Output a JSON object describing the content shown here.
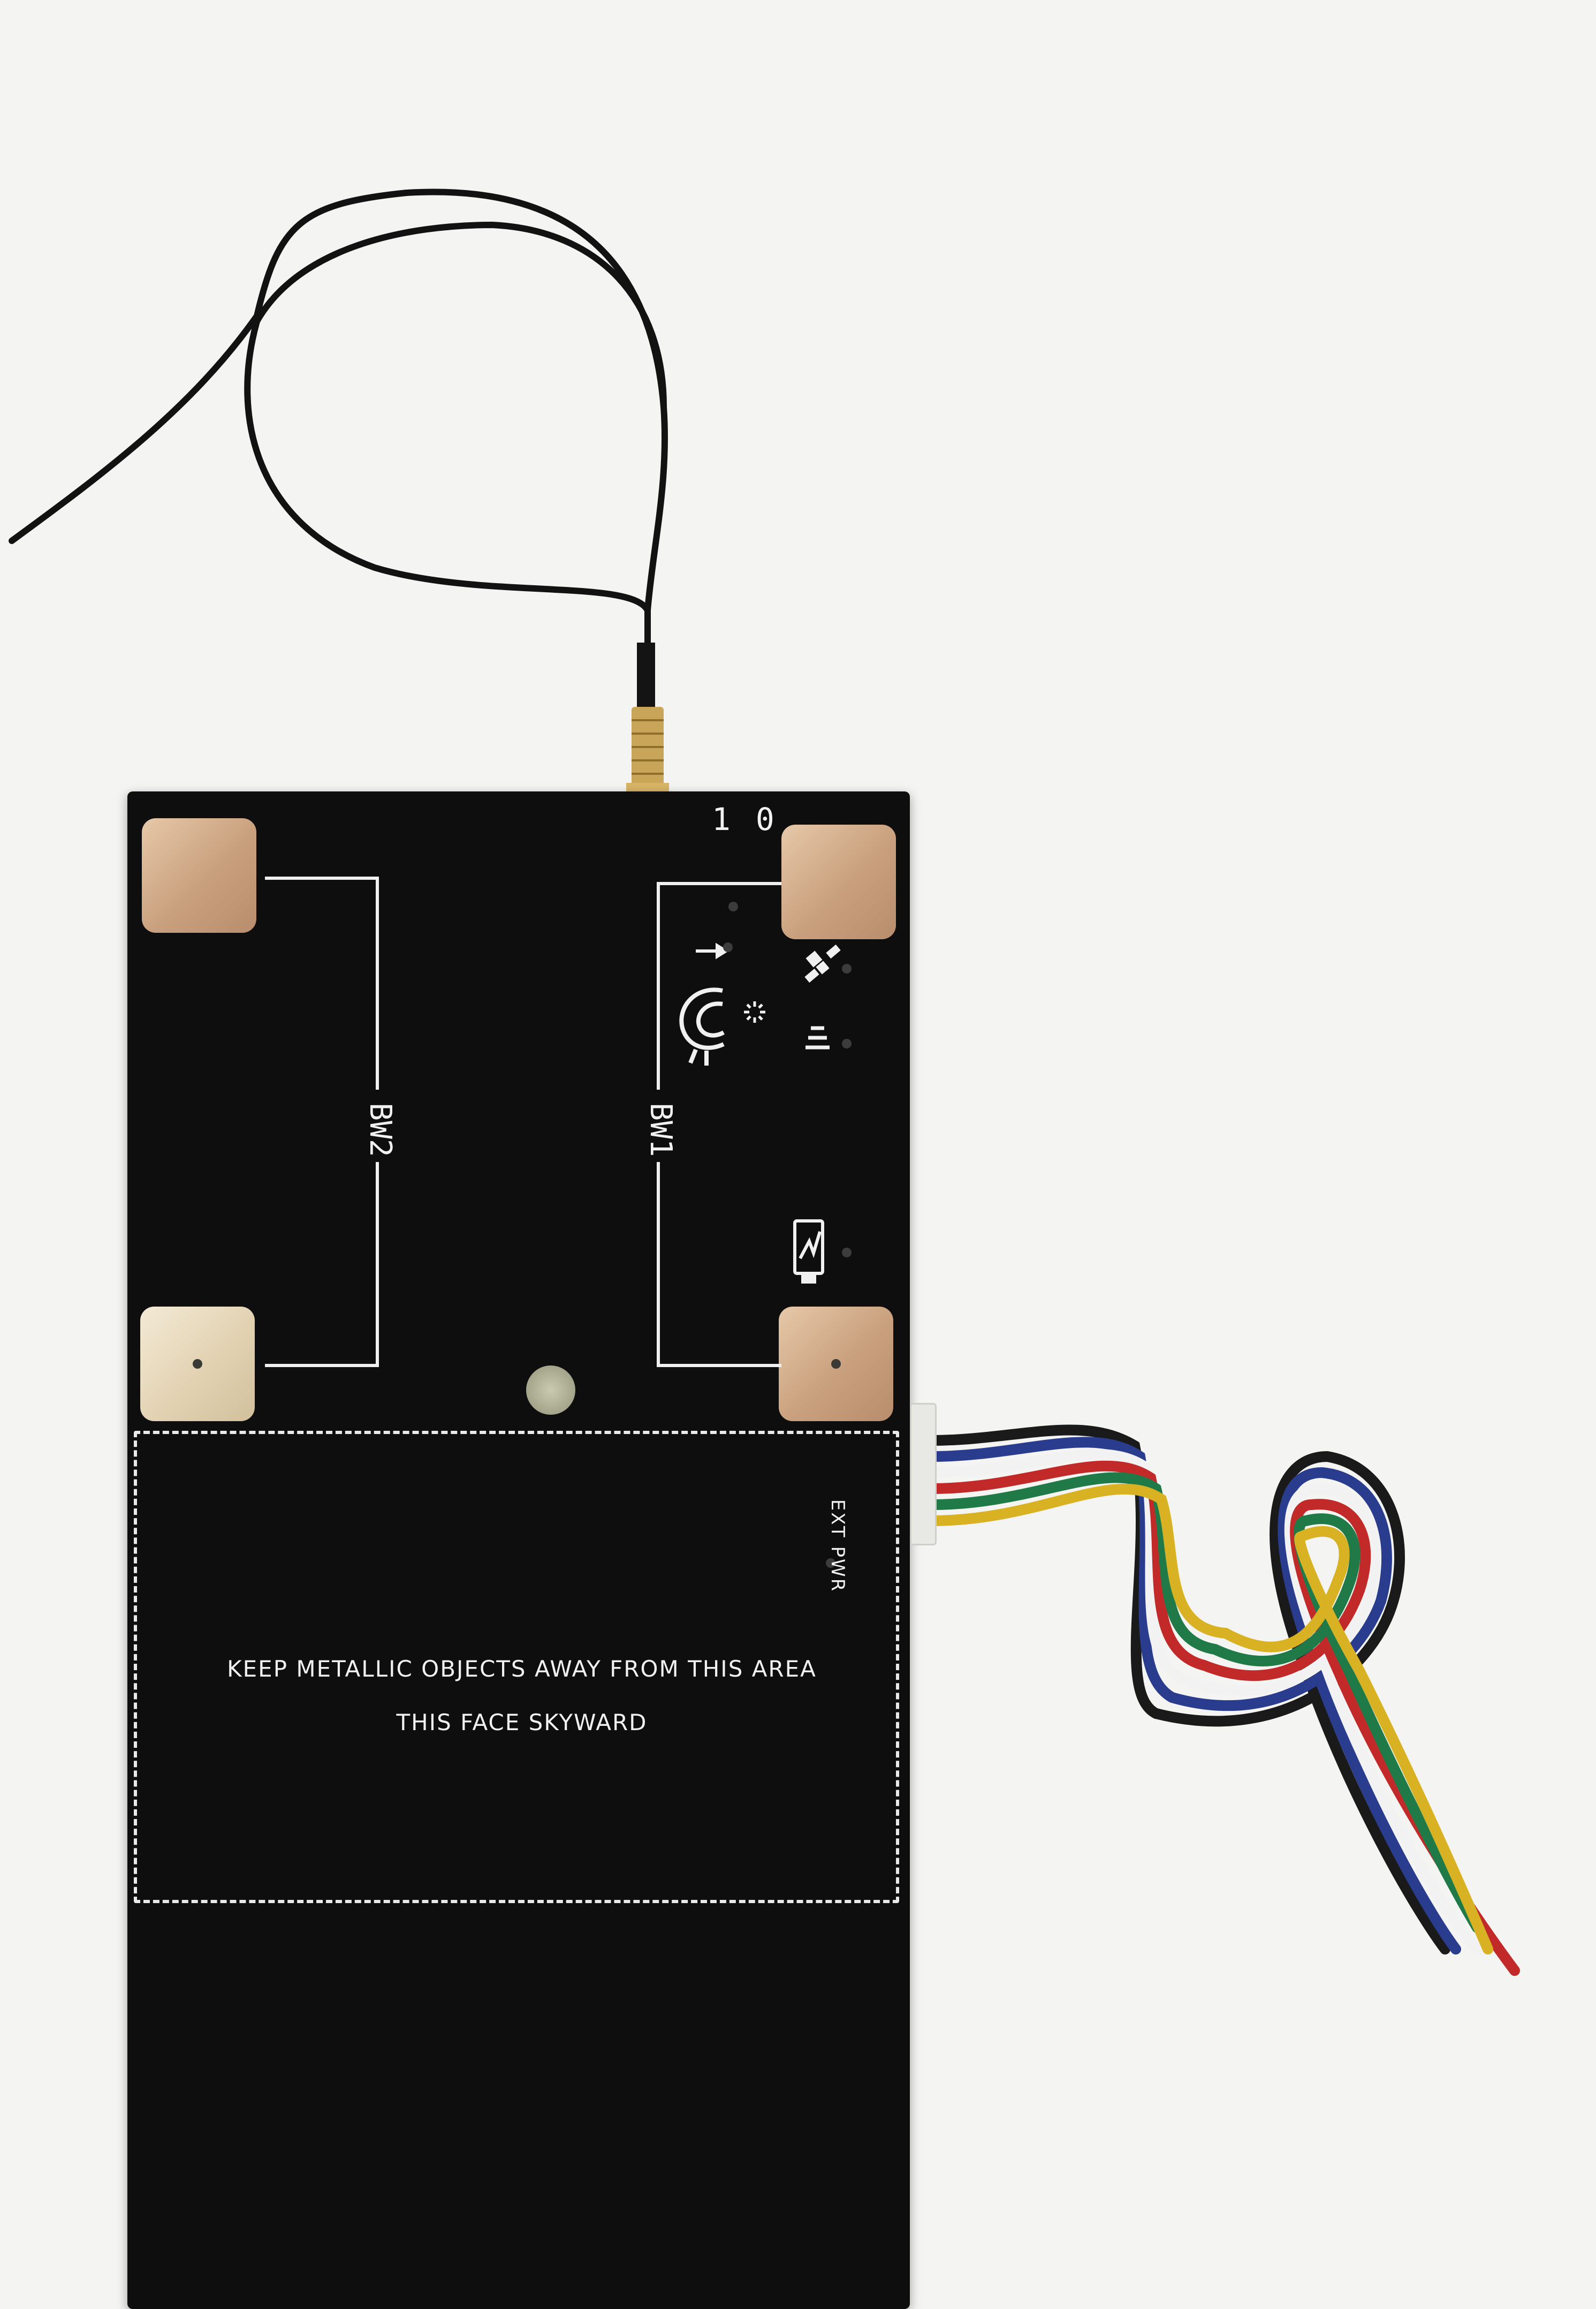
{
  "board": {
    "number_label": "1 0",
    "bw1_label": "BW1",
    "bw2_label": "BW2",
    "ext_pwr_label": "EXT PWR",
    "warning_text": "KEEP METALLIC OBJECTS AWAY FROM THIS AREA",
    "orientation_text": "THIS FACE SKYWARD"
  },
  "icons": [
    "satellite-icon",
    "magnet-icon",
    "sun-icon",
    "signal-bars-icon",
    "battery-charge-icon",
    "arrow-right-icon"
  ],
  "colors": {
    "board": "#0e0e0f",
    "silkscreen": "#f1f1f1",
    "pad_gold": "#c9a07e",
    "antenna_cable": "#111111",
    "background": "#f4f4f2"
  },
  "wires": [
    "#1a1a1a",
    "#2a3c8e",
    "#f2f2f2",
    "#c22a2a",
    "#1f7a47",
    "#d9b223"
  ]
}
